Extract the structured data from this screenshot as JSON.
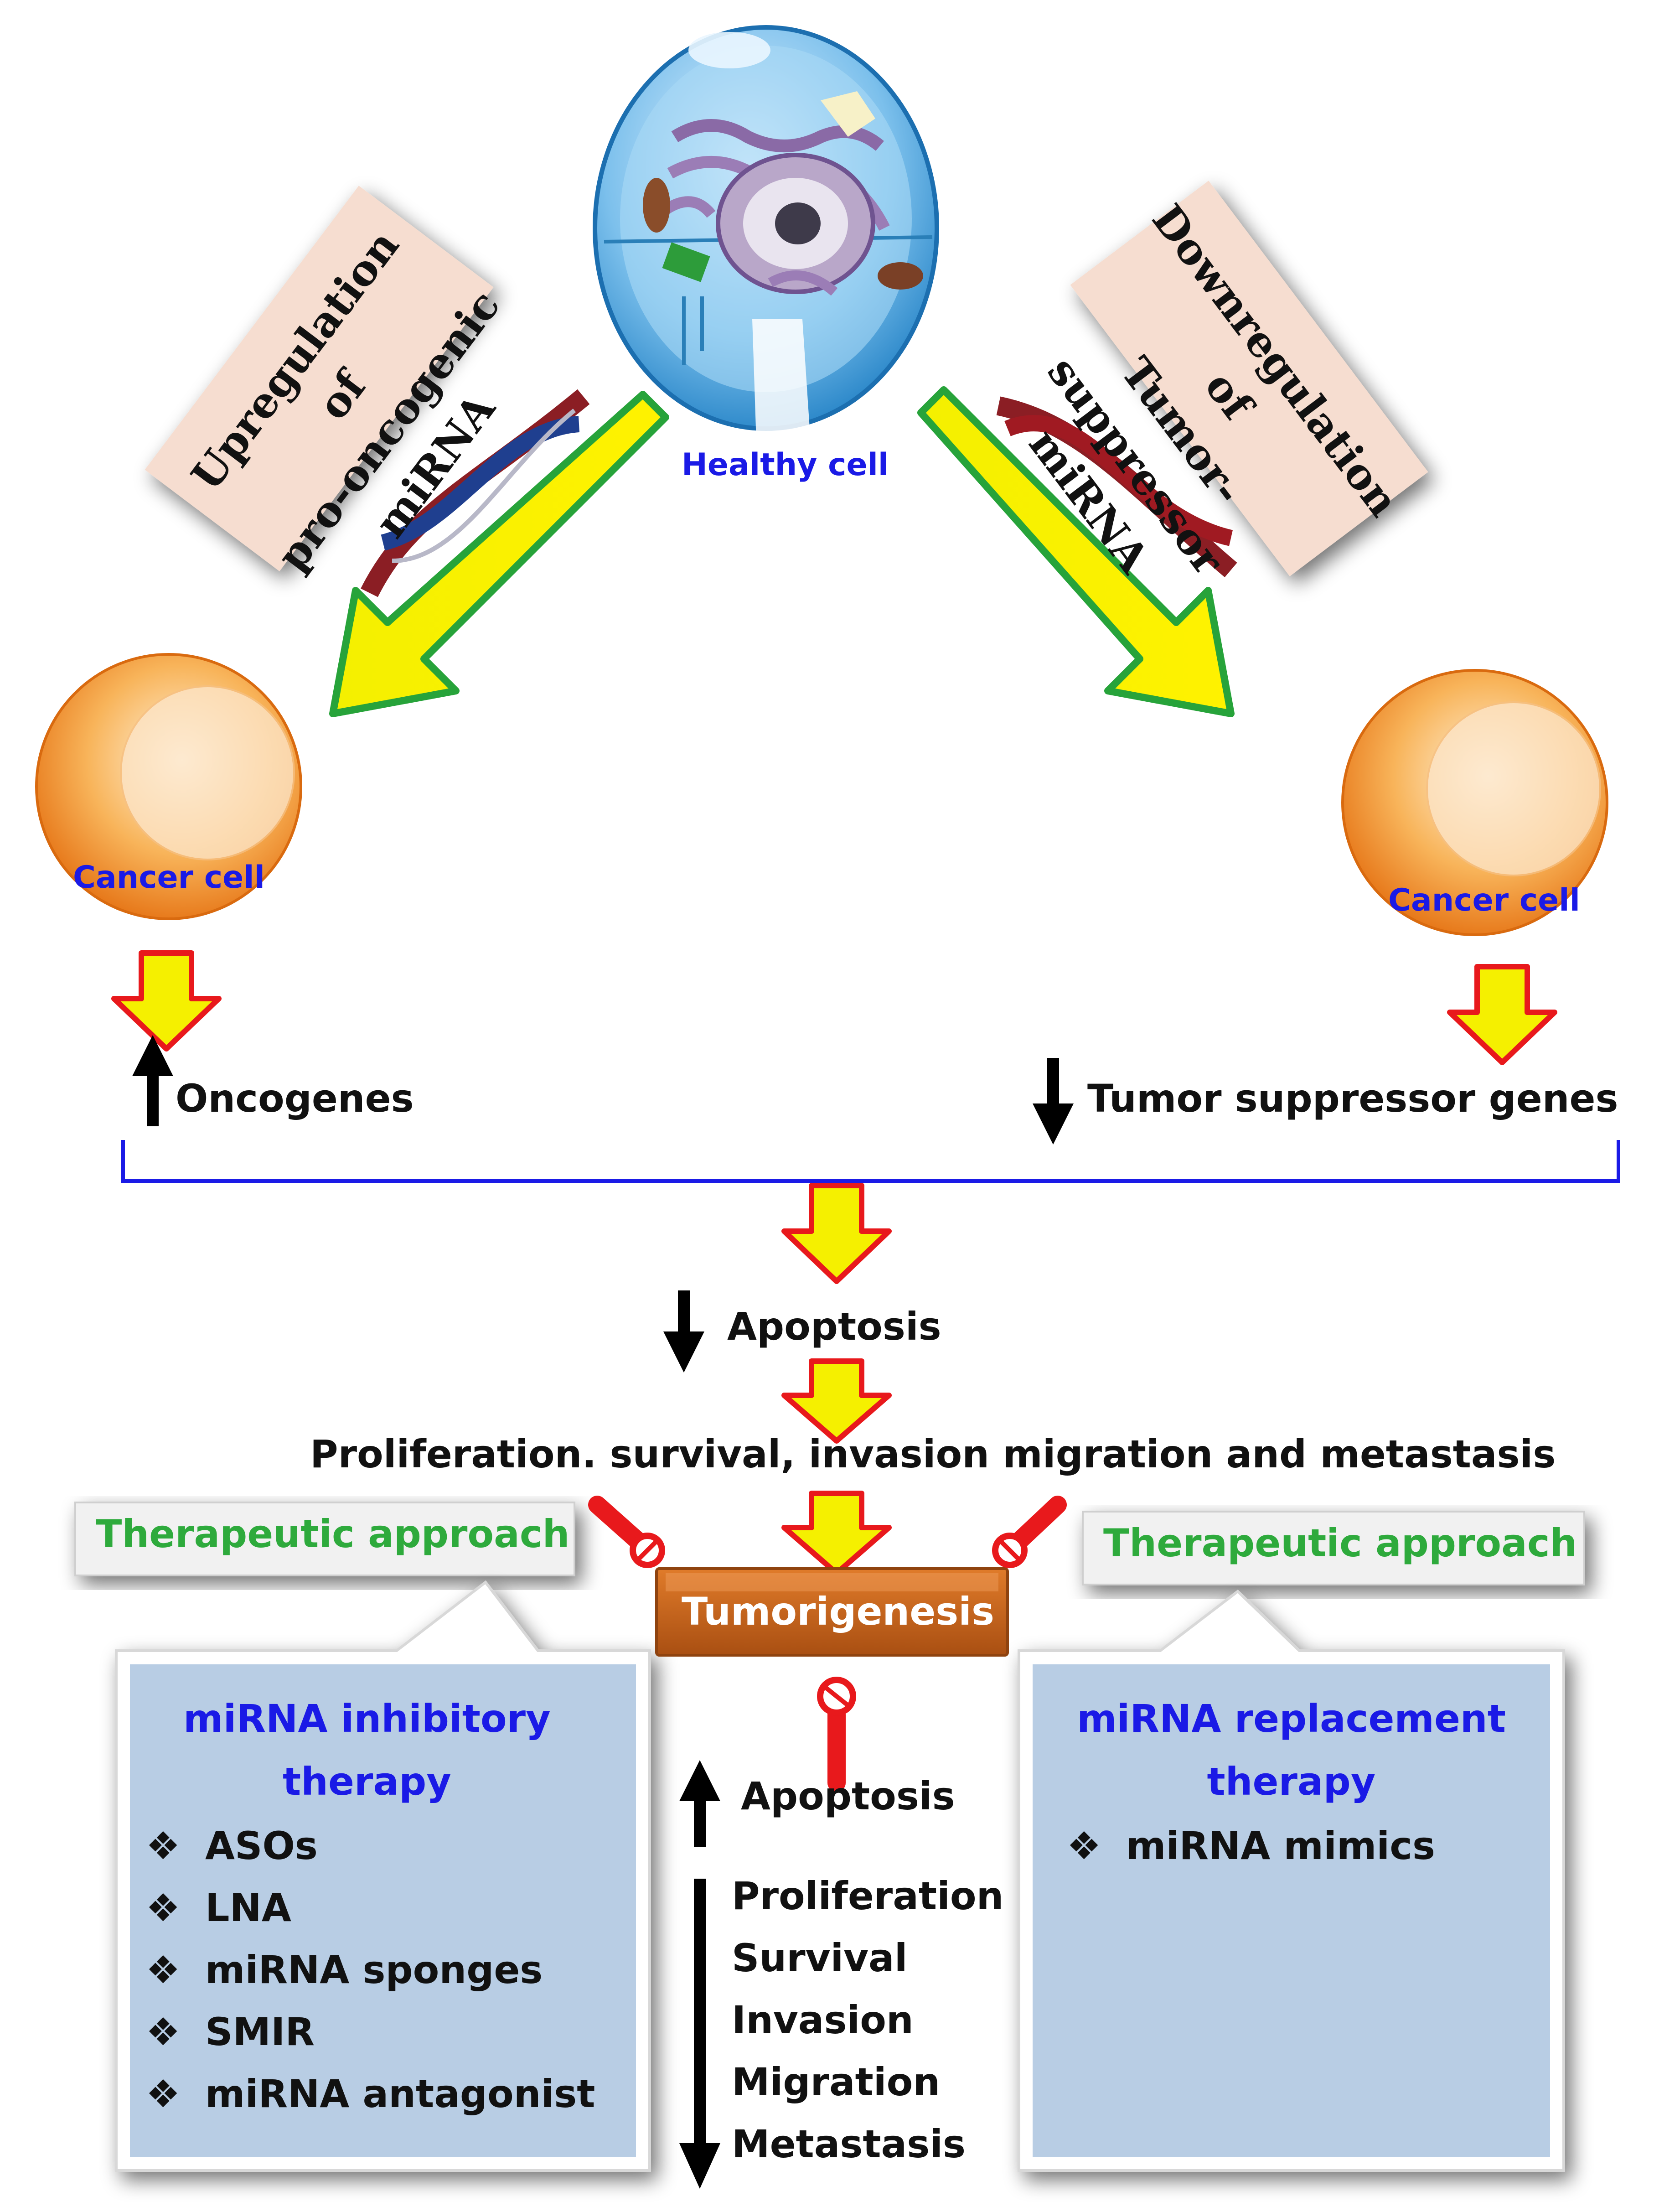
{
  "healthy_cell": {
    "label": "Healthy cell"
  },
  "left_banner": {
    "line1": "Upregulation of",
    "line2": "pro-oncogenic miRNA"
  },
  "right_banner": {
    "line1": "Downregulation of",
    "line2": "Tumor-suppressor miRNA"
  },
  "cancer_cell_left": {
    "label": "Cancer cell"
  },
  "cancer_cell_right": {
    "label": "Cancer cell"
  },
  "oncogenes": {
    "label": "Oncogenes"
  },
  "tumor_suppressor": {
    "label": "Tumor suppressor genes"
  },
  "apoptosis_down": {
    "label": "Apoptosis"
  },
  "processes": {
    "label": "Proliferation. survival, invasion migration and metastasis"
  },
  "therapeutic_left": {
    "label": "Therapeutic approach"
  },
  "therapeutic_right": {
    "label": "Therapeutic approach"
  },
  "tumorigenesis": {
    "label": "Tumorigenesis"
  },
  "inhibitory_box": {
    "title_line1": "miRNA inhibitory",
    "title_line2": "therapy",
    "items": [
      "ASOs",
      "LNA",
      "miRNA sponges",
      "SMIR",
      "miRNA antagonist"
    ]
  },
  "replacement_box": {
    "title_line1": "miRNA replacement",
    "title_line2": "therapy",
    "items": [
      "miRNA mimics"
    ]
  },
  "apoptosis_up": {
    "label": "Apoptosis"
  },
  "decreased_processes": [
    "Proliferation",
    "Survival",
    "Invasion",
    "Migration",
    "Metastasis"
  ],
  "bullet_symbol": "❖",
  "colors": {
    "label_blue": "#1a1ae6",
    "therapeutic_green": "#2eaa3c",
    "tumorigenesis_fill": "#c8651f",
    "box_fill": "#b8cde4",
    "banner_fill": "#f6ddd0",
    "arrow_yellow": "#f5f000",
    "inhibitor_red": "#e8191c",
    "cancer_orange": "#f08a1e"
  }
}
